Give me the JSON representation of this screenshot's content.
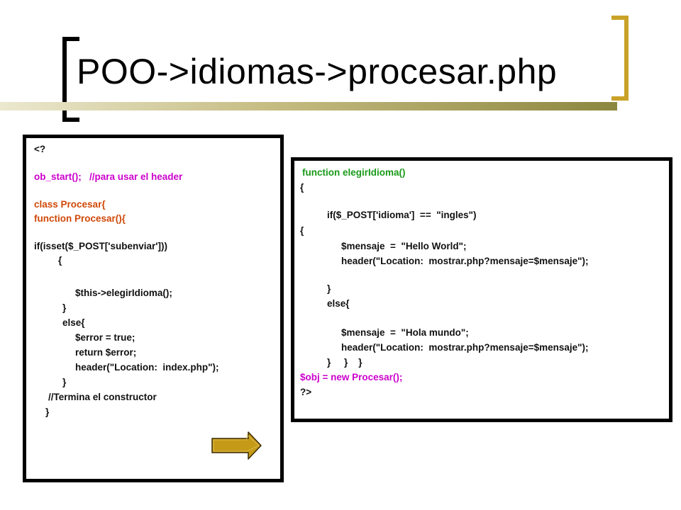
{
  "slide": {
    "title": "POO->idiomas->procesar.php"
  },
  "left_code": [
    {
      "text": "<?",
      "color": "default"
    },
    {
      "text": "ob_start();   //para usar el header",
      "color": "magenta"
    },
    {
      "text": "class Procesar{",
      "color": "orange"
    },
    {
      "text": "function Procesar(){",
      "color": "orange"
    },
    {
      "text": "if(isset($_POST['subenviar']))",
      "color": "default"
    },
    {
      "text": "{",
      "color": "default"
    },
    {
      "text": "$this->elegirIdioma();",
      "color": "default"
    },
    {
      "text": "}",
      "color": "default"
    },
    {
      "text": "else{",
      "color": "default"
    },
    {
      "text": "$error = true;",
      "color": "default"
    },
    {
      "text": "return $error;",
      "color": "default"
    },
    {
      "text": "header(\"Location:  index.php\");",
      "color": "default"
    },
    {
      "text": "}",
      "color": "default"
    },
    {
      "text": "//Termina el constructor",
      "color": "default"
    },
    {
      "text": "}",
      "color": "default"
    }
  ],
  "right_code": [
    {
      "text": "function elegirIdioma()",
      "color": "green"
    },
    {
      "text": "{",
      "color": "default"
    },
    {
      "text": "if($_POST['idioma']  ==  \"ingles\")",
      "color": "default"
    },
    {
      "text": "{",
      "color": "default"
    },
    {
      "text": "$mensaje  =  \"Hello World\";",
      "color": "default"
    },
    {
      "text": "header(\"Location:  mostrar.php?mensaje=$mensaje\");",
      "color": "default"
    },
    {
      "text": "}",
      "color": "default"
    },
    {
      "text": "else{",
      "color": "default"
    },
    {
      "text": "$mensaje  =  \"Hola mundo\";",
      "color": "default"
    },
    {
      "text": "header(\"Location:  mostrar.php?mensaje=$mensaje\");",
      "color": "default"
    },
    {
      "text": "}     }    }",
      "color": "default"
    },
    {
      "text": "$obj = new Procesar();",
      "color": "magenta"
    },
    {
      "text": "?>",
      "color": "default"
    }
  ],
  "next_button": {
    "icon": "arrow-right-icon"
  },
  "colors": {
    "bracket_left": "#000000",
    "bracket_right": "#c9a227",
    "magenta": "#cc00cc",
    "orange": "#d04808",
    "green": "#1a9a1a",
    "arrow_fill": "#c49a18"
  }
}
